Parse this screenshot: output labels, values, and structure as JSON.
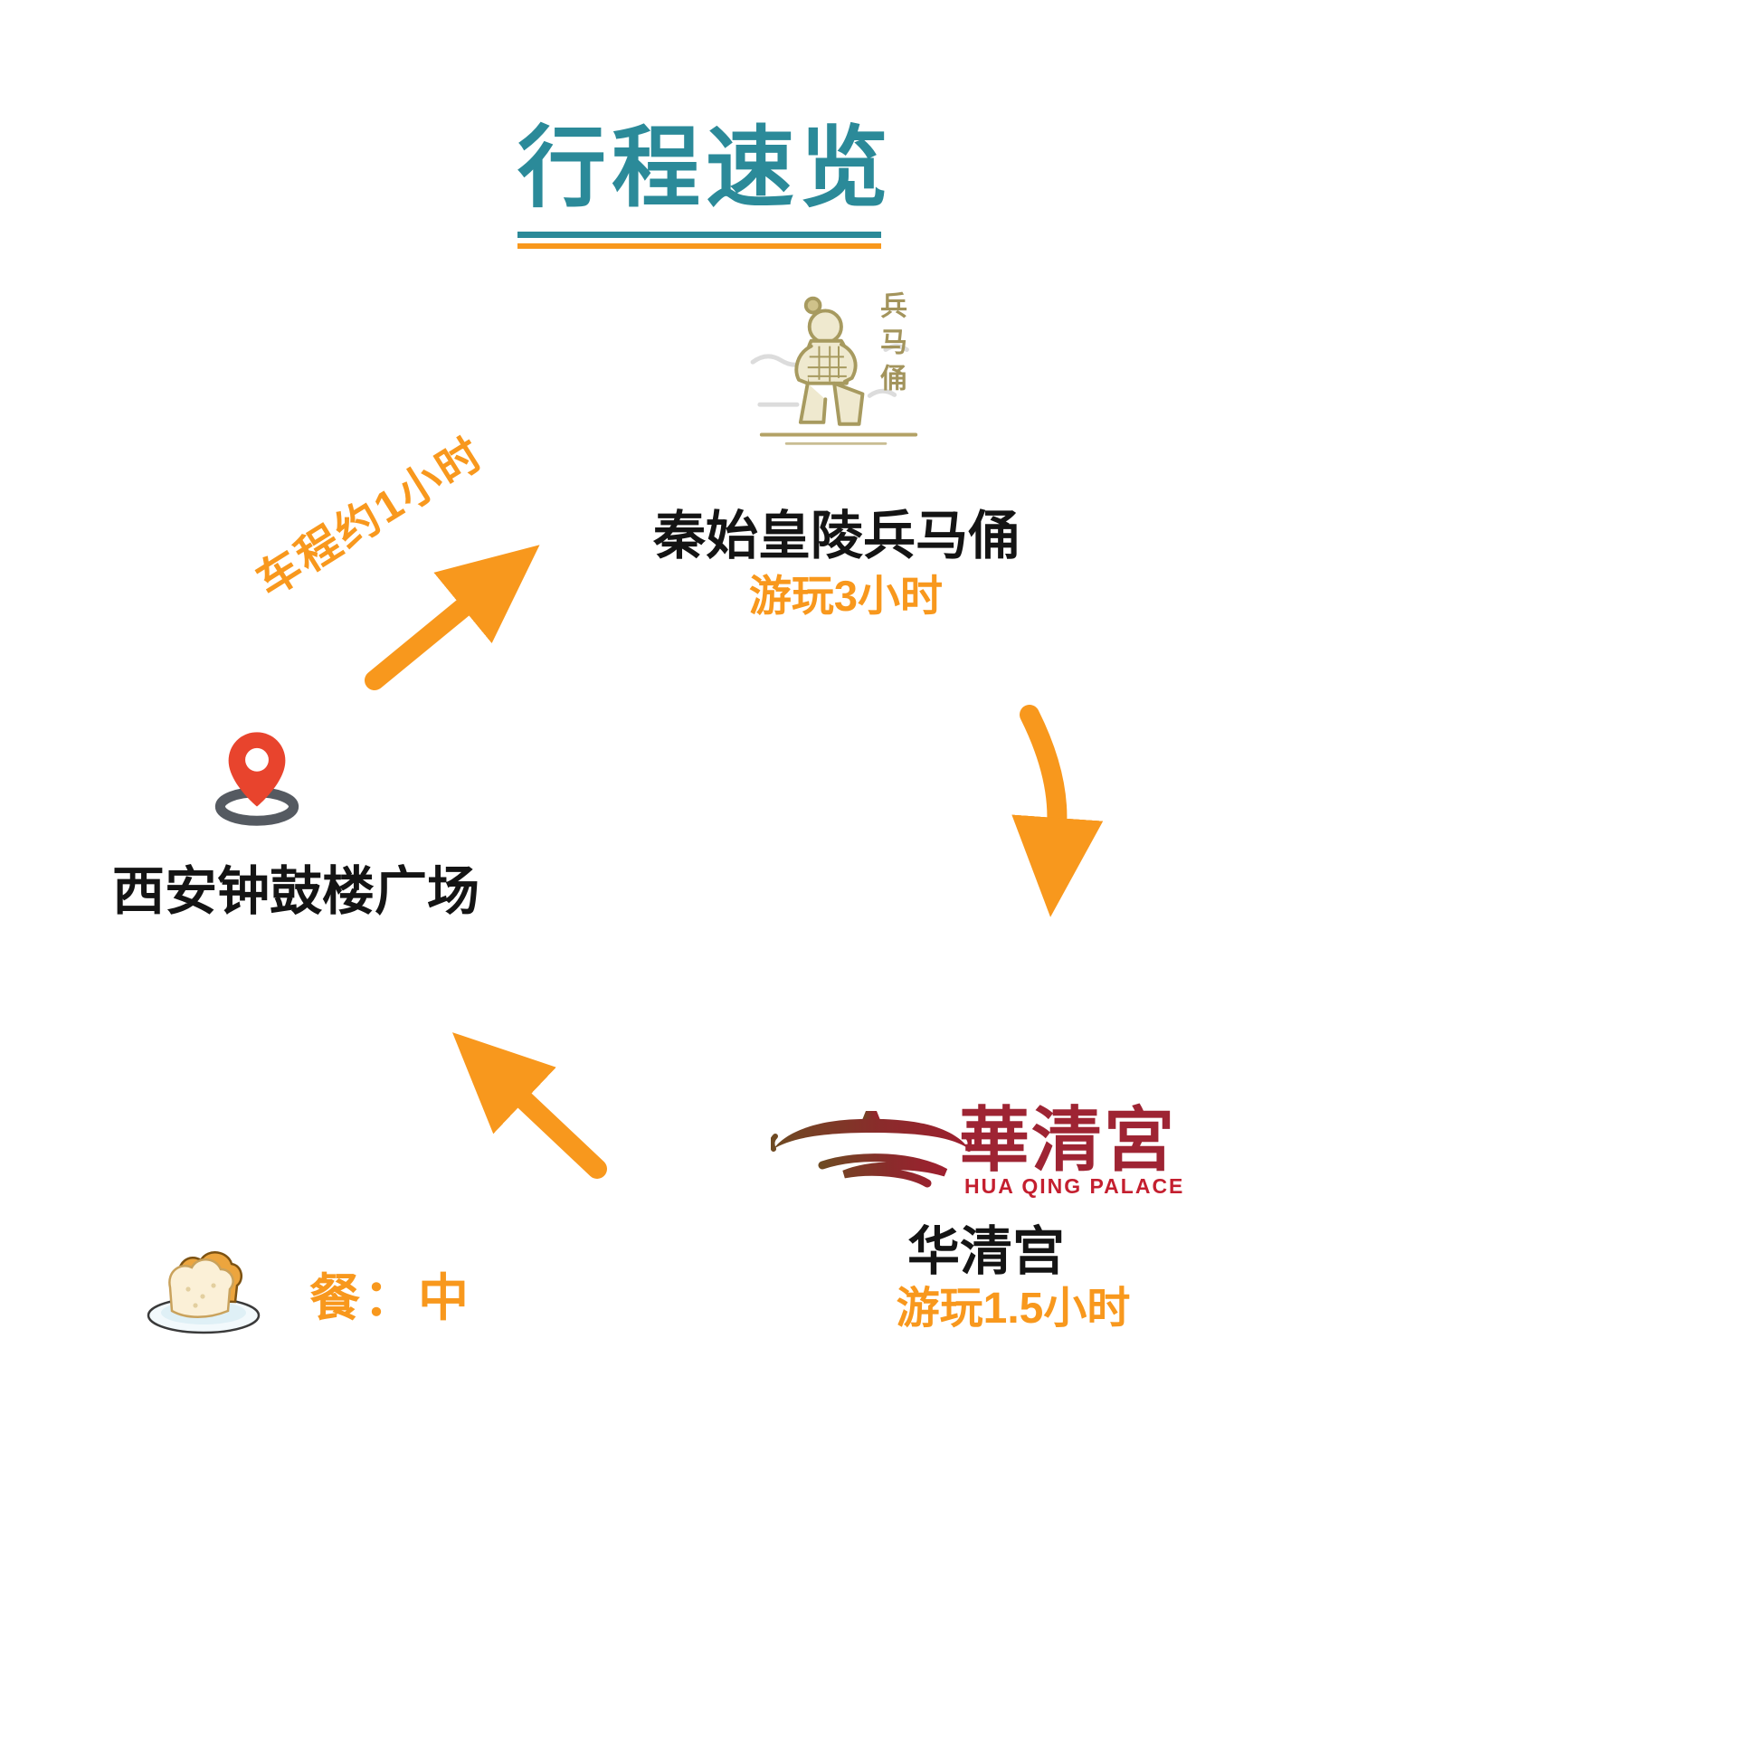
{
  "title": {
    "text": "行程速览"
  },
  "colors": {
    "title_teal": "#2b8a99",
    "accent_orange": "#f8981d",
    "text_black": "#141414",
    "pin_red": "#e8442d",
    "logo_maroon": "#9e2433",
    "logo_red": "#c41f2f",
    "warrior_tan": "#b3a266"
  },
  "stops": [
    {
      "id": "belltower",
      "name": "西安钟鼓楼广场",
      "icon": "location-pin-icon"
    },
    {
      "id": "terracotta",
      "name": "秦始皇陵兵马俑",
      "duration": "游玩3小时",
      "icon": "terracotta-warrior-icon",
      "icon_text": "兵马俑"
    },
    {
      "id": "huaqing",
      "name": "华清宫",
      "duration": "游玩1.5小时",
      "icon": "huaqing-palace-logo",
      "logo_text": "華清宮",
      "logo_subtext": "HUA QING PALACE"
    }
  ],
  "routes": [
    {
      "from": "belltower",
      "to": "terracotta",
      "label": "车程约1小时"
    },
    {
      "from": "terracotta",
      "to": "huaqing",
      "label": ""
    },
    {
      "from": "huaqing",
      "to": "belltower",
      "label": ""
    }
  ],
  "meal": {
    "label": "餐：中",
    "icon": "bread-icon"
  }
}
